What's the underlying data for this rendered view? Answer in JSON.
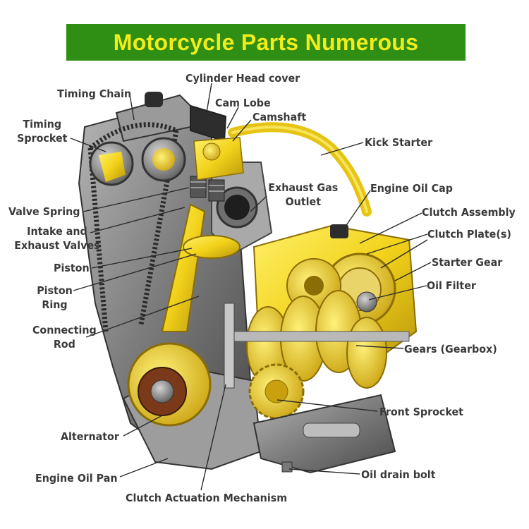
{
  "title": "Motorcycle Parts Numerous",
  "colors": {
    "title_bg": "#2f8f14",
    "title_text": "#f2ec1a",
    "label_text": "#3a3a3a",
    "part_yellow": "#f2d21a",
    "engine_gray": "#8e8e8e"
  },
  "labels": {
    "timing_chain": "Timing Chain",
    "timing_sprocket": "Timing\nSprocket",
    "cylinder_head_cover": "Cylinder Head cover",
    "cam_lobe": "Cam Lobe",
    "camshaft": "Camshaft",
    "kick_starter": "Kick Starter",
    "exhaust_gas_outlet": "Exhaust Gas\nOutlet",
    "engine_oil_cap": "Engine Oil Cap",
    "valve_spring": "Valve Spring",
    "clutch_assembly": "Clutch Assembly",
    "intake_exhaust_valves": "Intake and\nExhaust Valves",
    "clutch_plates": "Clutch Plate(s)",
    "piston": "Piston",
    "starter_gear": "Starter Gear",
    "piston_ring": "Piston\nRing",
    "oil_filter": "Oil Filter",
    "connecting_rod": "Connecting\nRod",
    "gears_gearbox": "Gears (Gearbox)",
    "front_sprocket": "Front Sprocket",
    "alternator": "Alternator",
    "oil_drain_bolt": "Oil drain bolt",
    "engine_oil_pan": "Engine Oil Pan",
    "clutch_actuation": "Clutch Actuation Mechanism"
  }
}
